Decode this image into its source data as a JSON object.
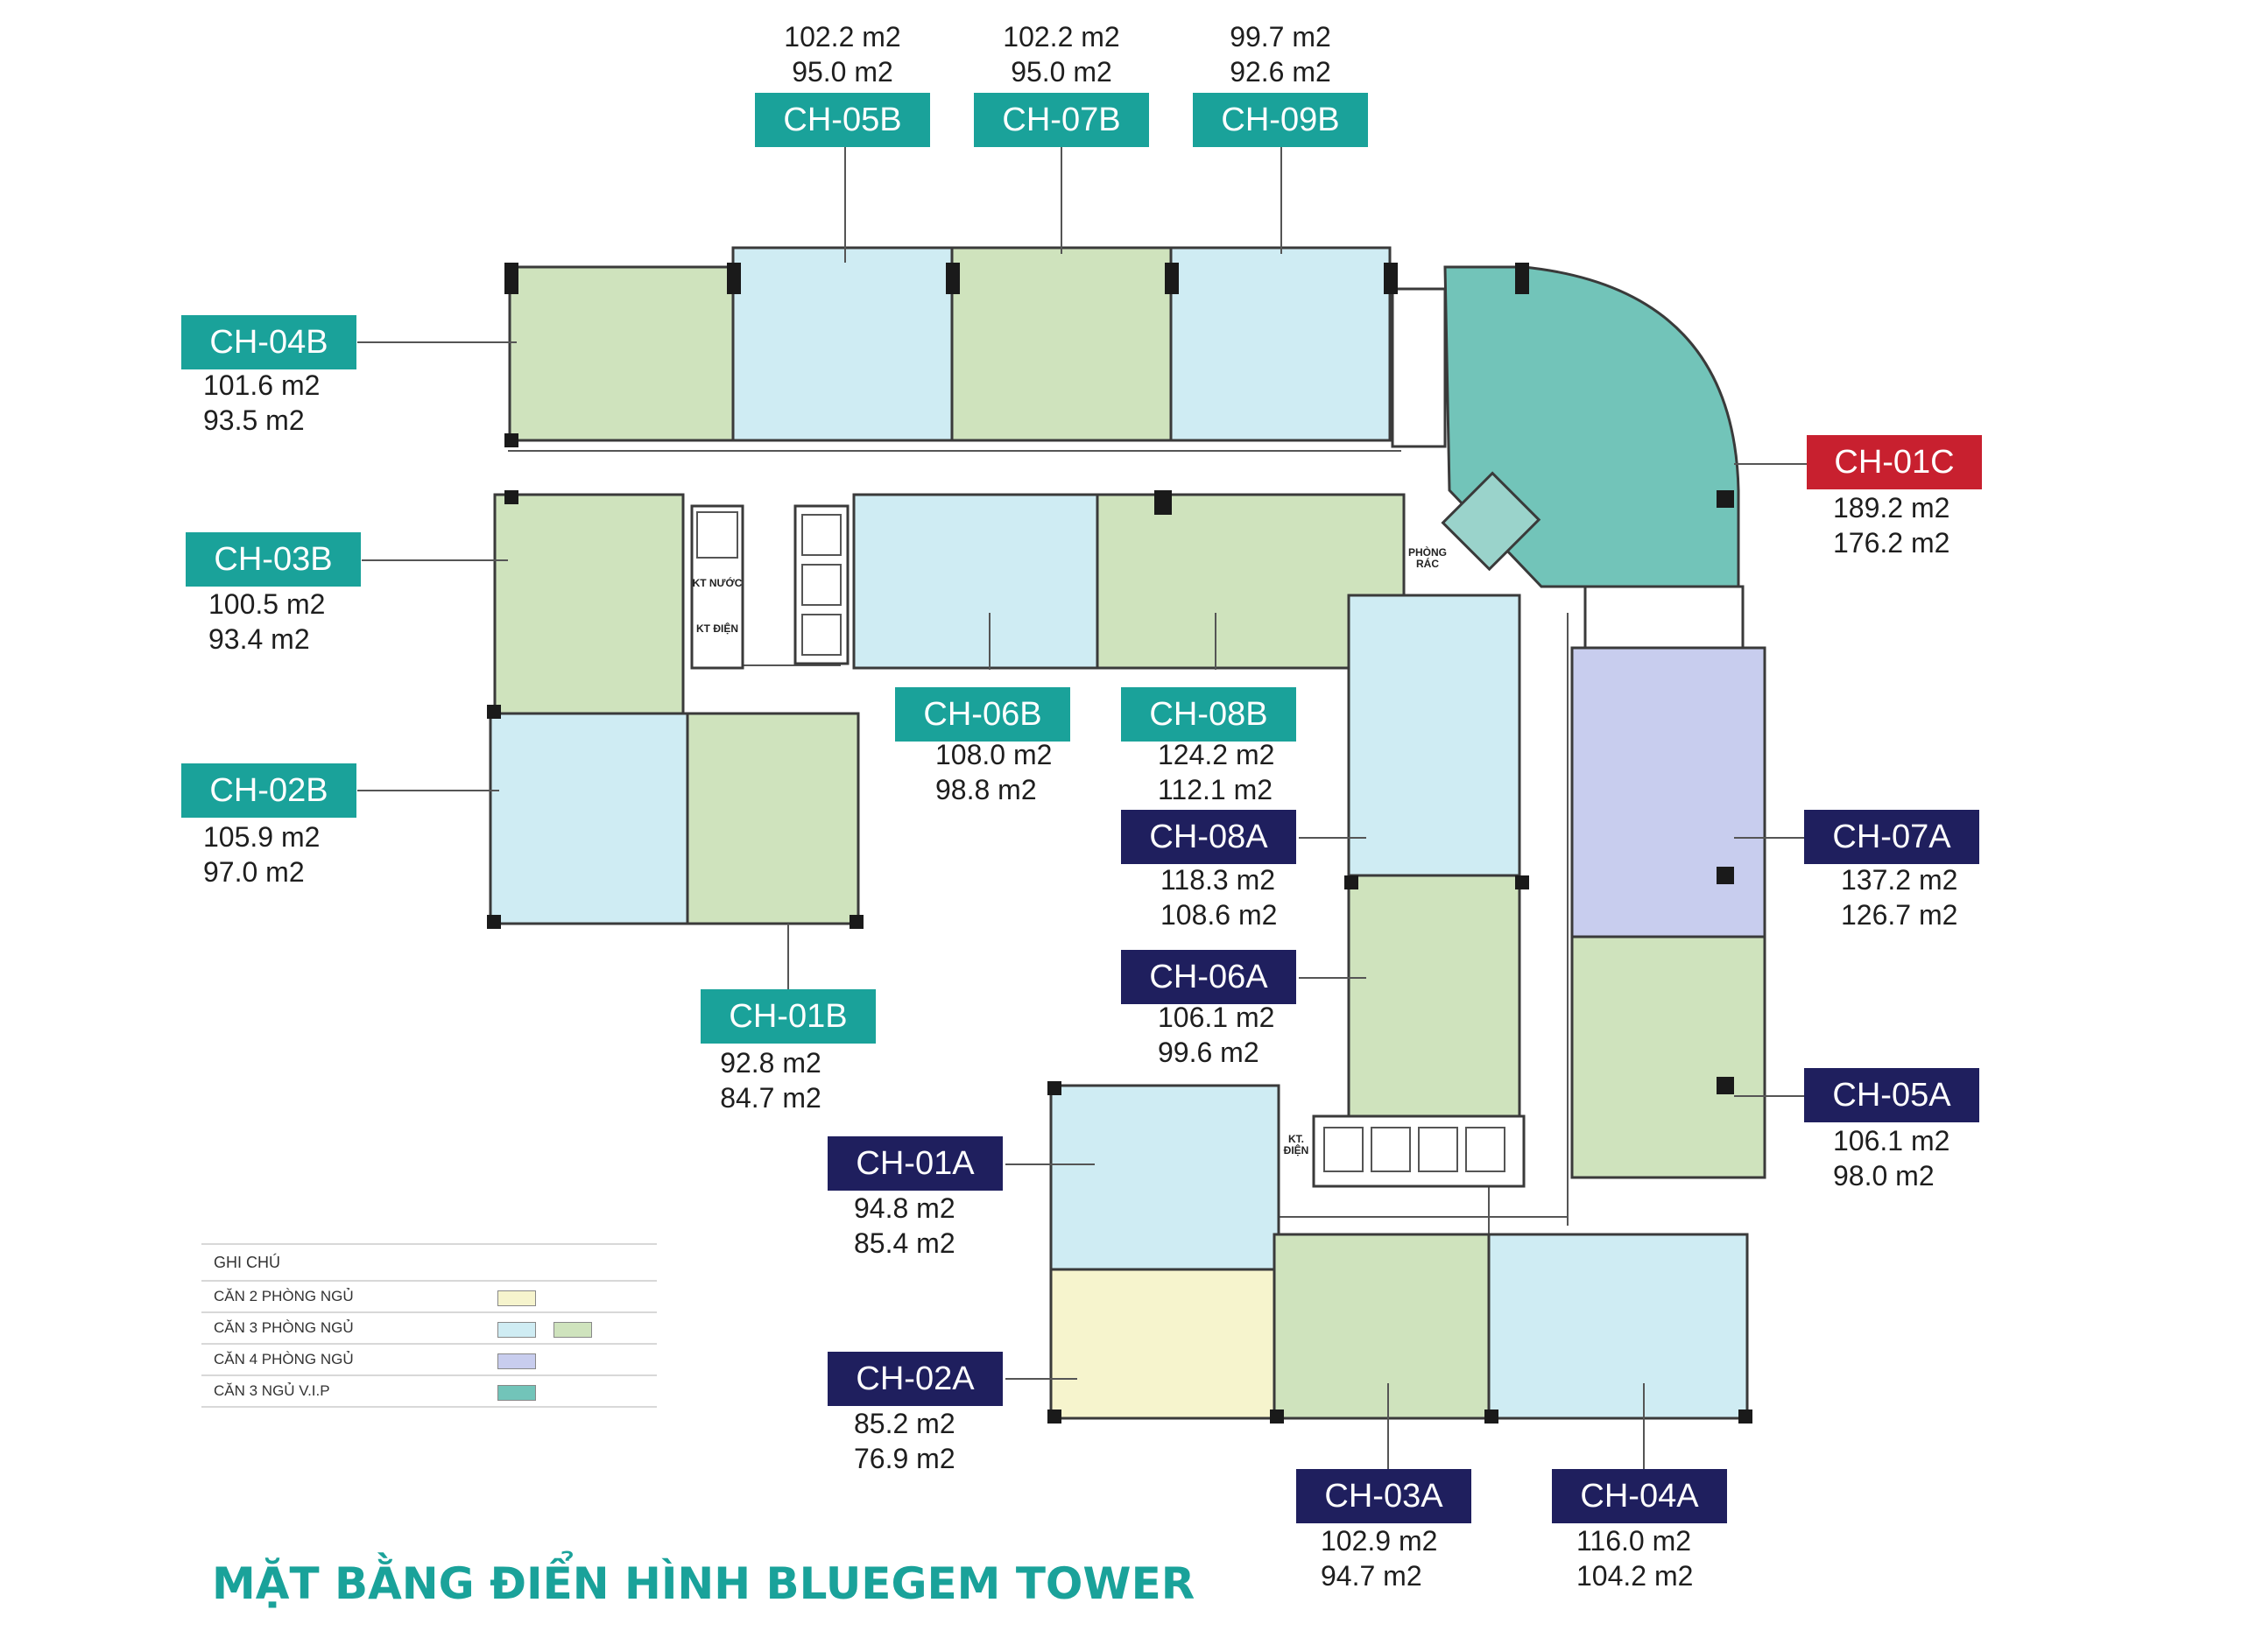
{
  "title": "MẶT BẰNG ĐIỂN HÌNH BLUEGEM TOWER",
  "colors": {
    "two_bed": "#f6f4cd",
    "three_bed_blue": "#cfecf3",
    "three_bed_green": "#cfe3bd",
    "four_bed": "#c8cdee",
    "vip": "#72c4b9",
    "label_b": "#1aa29a",
    "label_a": "#1f1f5e",
    "label_c": "#c8202f"
  },
  "units": [
    {
      "id": "CH-05B",
      "area1": "102.2 m2",
      "area2": "95.0 m2"
    },
    {
      "id": "CH-07B",
      "area1": "102.2 m2",
      "area2": "95.0 m2"
    },
    {
      "id": "CH-09B",
      "area1": "99.7 m2",
      "area2": "92.6 m2"
    },
    {
      "id": "CH-04B",
      "area1": "101.6 m2",
      "area2": "93.5 m2"
    },
    {
      "id": "CH-03B",
      "area1": "100.5 m2",
      "area2": "93.4 m2"
    },
    {
      "id": "CH-02B",
      "area1": "105.9 m2",
      "area2": "97.0 m2"
    },
    {
      "id": "CH-01B",
      "area1": "92.8 m2",
      "area2": "84.7 m2"
    },
    {
      "id": "CH-06B",
      "area1": "108.0 m2",
      "area2": "98.8 m2"
    },
    {
      "id": "CH-08B",
      "area1": "124.2 m2",
      "area2": "112.1 m2"
    },
    {
      "id": "CH-01C",
      "area1": "189.2 m2",
      "area2": "176.2 m2"
    },
    {
      "id": "CH-08A",
      "area1": "118.3 m2",
      "area2": "108.6 m2"
    },
    {
      "id": "CH-07A",
      "area1": "137.2 m2",
      "area2": "126.7 m2"
    },
    {
      "id": "CH-06A",
      "area1": "106.1 m2",
      "area2": "99.6 m2"
    },
    {
      "id": "CH-05A",
      "area1": "106.1 m2",
      "area2": "98.0 m2"
    },
    {
      "id": "CH-01A",
      "area1": "94.8 m2",
      "area2": "85.4 m2"
    },
    {
      "id": "CH-02A",
      "area1": "85.2 m2",
      "area2": "76.9 m2"
    },
    {
      "id": "CH-03A",
      "area1": "102.9 m2",
      "area2": "94.7 m2"
    },
    {
      "id": "CH-04A",
      "area1": "116.0 m2",
      "area2": "104.2 m2"
    }
  ],
  "rooms": {
    "kt_nuoc": "KT NƯỚC",
    "kt_dien": "KT ĐIỆN",
    "kt_dien_2": "KT. ĐIỆN",
    "phong_rac": "PHÒNG RÁC"
  },
  "legend": {
    "title": "GHI CHÚ",
    "rows": [
      {
        "label": "CĂN 2 PHÒNG NGỦ",
        "icon": "swatch-2-bedroom"
      },
      {
        "label": "CĂN 3 PHÒNG NGỦ",
        "icon": "swatch-3-bedroom"
      },
      {
        "label": "CĂN 4 PHÒNG NGỦ",
        "icon": "swatch-4-bedroom"
      },
      {
        "label": "CĂN 3 NGỦ V.I.P",
        "icon": "swatch-vip"
      }
    ]
  }
}
